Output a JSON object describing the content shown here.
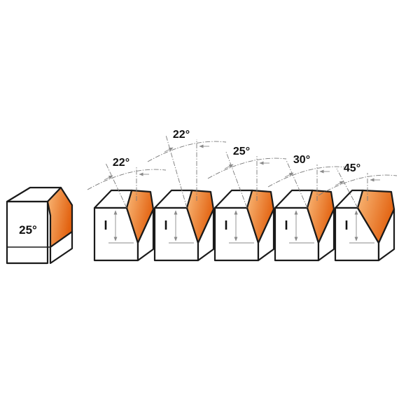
{
  "colors": {
    "bevel_light": "#f9b878",
    "bevel_dark": "#e2610f",
    "outline": "#1a1a1a",
    "guide": "#8a8a8a"
  },
  "sample": {
    "angle_label": "25°"
  },
  "profiles": [
    {
      "angle_label": "22°",
      "height_symbol": "I"
    },
    {
      "angle_label": "22°",
      "height_symbol": "I"
    },
    {
      "angle_label": "25°",
      "height_symbol": "I"
    },
    {
      "angle_label": "30°",
      "height_symbol": "I"
    },
    {
      "angle_label": "45°",
      "height_symbol": "I"
    }
  ]
}
